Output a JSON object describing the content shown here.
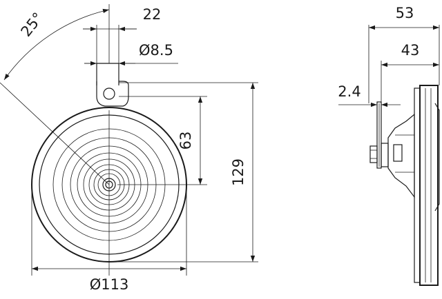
{
  "front_view": {
    "angle": "25°",
    "mount_width": "22",
    "hole_diameter": "Ø8.5",
    "hole_to_center": "63",
    "overall_height": "129",
    "body_diameter": "Ø113"
  },
  "side_view": {
    "overall_depth": "53",
    "body_depth": "43",
    "bracket_thickness": "2.4"
  },
  "colors": {
    "line": "#1a1a1a",
    "background": "#ffffff"
  }
}
